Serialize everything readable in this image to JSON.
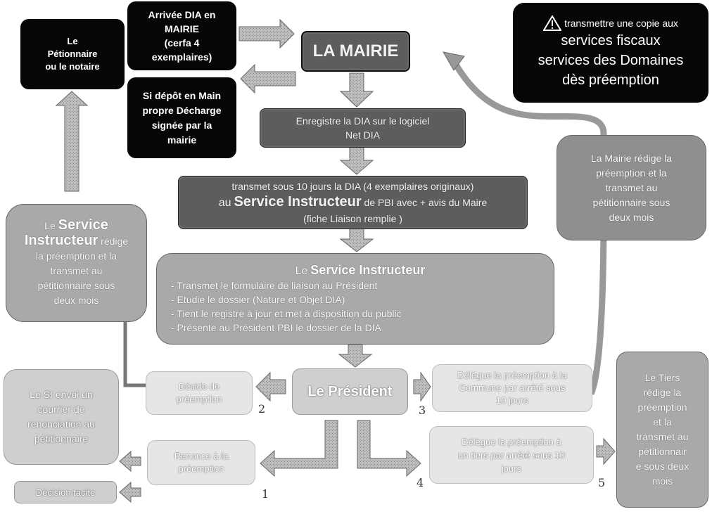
{
  "petitioner": {
    "line1": "Le",
    "line2": "Pétionnaire",
    "line3": "ou le notaire"
  },
  "arrival": {
    "line1": "Arrivée DIA en",
    "line2": "MAIRIE",
    "line3": "(cerfa 4",
    "line4": "exemplaires)"
  },
  "deposit": {
    "line1": "Si dépôt en Main",
    "line2": "propre Décharge",
    "line3": "signée par la",
    "line4": "mairie"
  },
  "mairie": {
    "title": "LA MAIRIE"
  },
  "warning": {
    "line1": "transmettre une copie aux",
    "line2": "services fiscaux",
    "line3": "services des Domaines",
    "line4": "dès préemption",
    "icon": "warning-icon"
  },
  "register": {
    "line1": "Enregistre la DIA sur le logiciel",
    "line2": "Net DIA"
  },
  "transmit": {
    "line1": "transmet sous 10 jours la DIA (4 exemplaires originaux)",
    "line2a": "au",
    "line2b": "Service Instructeur",
    "line2c": "de PBI avec + avis du Maire",
    "line3": "(fiche Liaison remplie )"
  },
  "mairie_redige": {
    "line1": "La Mairie rédige la",
    "line2": "préemption et la",
    "line3": "transmet au",
    "line4": "pétitionnaire sous",
    "line5": "deux mois"
  },
  "service_redige": {
    "line1a": "Le",
    "line1b": "Service",
    "line2a": "Instructeur",
    "line2b": "rédige",
    "line3": "la préemption et la",
    "line4": "transmet au",
    "line5": "pétitionnaire sous",
    "line6": "deux mois"
  },
  "service_instructeur": {
    "title_a": "Le",
    "title_b": "Service Instructeur",
    "items": [
      "- Transmet le formulaire de liaison au Président",
      "- Etudie le dossier (Nature et Objet DIA)",
      "- Tient le registre à jour et met à disposition du public",
      "- Présente au Président PBI le dossier de la DIA"
    ]
  },
  "president": {
    "label": "Le Président"
  },
  "decide": {
    "line1": "Décide de",
    "line2": "préemption"
  },
  "delegue_commune": {
    "line1": "Délègue la préemption à la",
    "line2": "Commune par arrêté sous",
    "line3": "10 jours"
  },
  "delegue_tiers": {
    "line1": "Délègue la préemption à",
    "line2": "un tiers par arrêté sous 10",
    "line3": "jours"
  },
  "renonce": {
    "line1": "Renonce à la",
    "line2": "préemption"
  },
  "si_envoi": {
    "line1": "Le SI envoi un",
    "line2": "courrier de",
    "line3": "renonciation au",
    "line4": "pétitionnaire"
  },
  "decision_tacite": {
    "label": "Décision tacite"
  },
  "tiers_redige": {
    "line1": "Le Tiers",
    "line2": "rédige la",
    "line3": "préemption",
    "line4": "et la",
    "line5": "transmet au",
    "line6": "pétitionnair",
    "line7": "e sous deux",
    "line8": "mois"
  },
  "numbers": {
    "n1": "1",
    "n2": "2",
    "n3": "3",
    "n4": "4",
    "n5": "5"
  },
  "colors": {
    "black": "#060606",
    "dark": "#5d5d5d",
    "mid": "#a9a9a9",
    "light": "#e6e6e6",
    "arrow": "#b3b3b3"
  }
}
